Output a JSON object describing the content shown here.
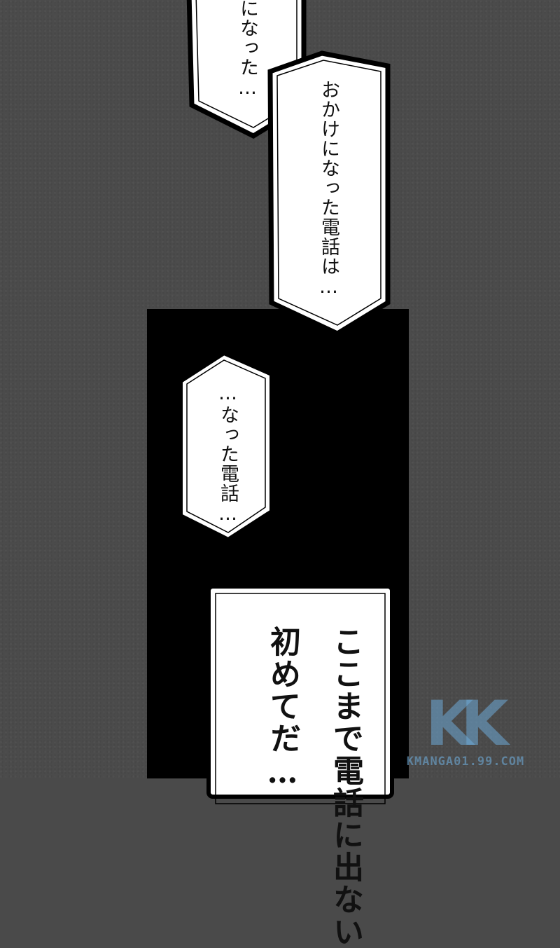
{
  "panel": {
    "bubble_top_fragment": "になった…",
    "bubble_main": "おかけになった電話は…",
    "bubble_middle": "…なった電話…",
    "caption_col1": "ここまで電話に出ない",
    "caption_col2": "初めてだ…"
  },
  "watermark": {
    "logo": "KK",
    "url": "KMANGA01.99.COM"
  },
  "colors": {
    "background": "#4b4b4b",
    "panel": "#000000",
    "bubble_fill": "#ffffff",
    "bubble_stroke": "#000000"
  }
}
